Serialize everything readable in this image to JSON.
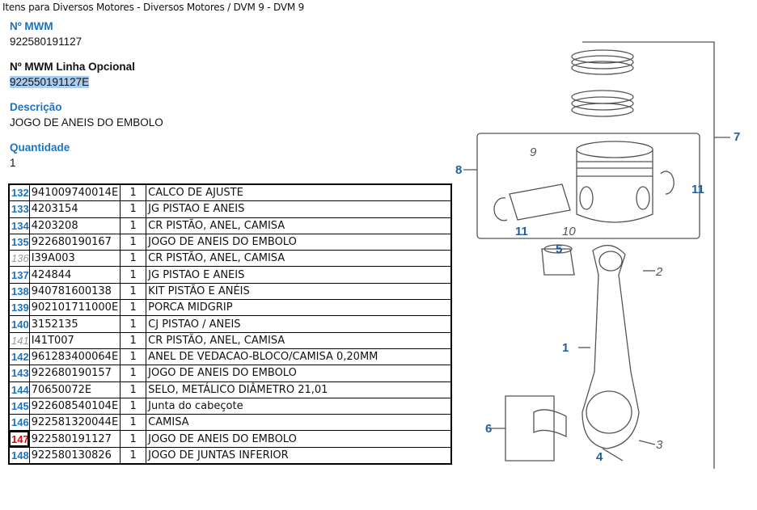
{
  "breadcrumb": "Itens para Diversos Motores - Diversos Motores  /  DVM 9 - DVM 9",
  "fields": {
    "mwm_label": "Nº MWM",
    "mwm_value": "922580191127",
    "opt_label": "Nº MWM Linha Opcional",
    "opt_value": "922550191127E",
    "desc_label": "Descrição",
    "desc_value": "JOGO DE ANEIS DO EMBOLO",
    "qty_label": "Quantidade",
    "qty_value": "1"
  },
  "rows": [
    {
      "n": "132",
      "code": "941009740014E",
      "qty": "1",
      "desc": "CALCO DE AJUSTE"
    },
    {
      "n": "133",
      "code": "4203154",
      "qty": "1",
      "desc": "JG PISTAO E ANEIS"
    },
    {
      "n": "134",
      "code": "4203208",
      "qty": "1",
      "desc": "CR PISTÃO, ANEL, CAMISA"
    },
    {
      "n": "135",
      "code": "922680190167",
      "qty": "1",
      "desc": "JOGO DE ANEIS DO EMBOLO"
    },
    {
      "n": "136",
      "code": "I39A003",
      "qty": "1",
      "desc": "CR PISTÃO, ANEL, CAMISA"
    },
    {
      "n": "137",
      "code": "424844",
      "qty": "1",
      "desc": "JG PISTAO E ANEIS"
    },
    {
      "n": "138",
      "code": "940781600138",
      "qty": "1",
      "desc": "KIT PISTÃO E ANÉIS"
    },
    {
      "n": "139",
      "code": "902101711000E",
      "qty": "1",
      "desc": "PORCA MIDGRIP"
    },
    {
      "n": "140",
      "code": "3152135",
      "qty": "1",
      "desc": "CJ PISTAO / ANEIS"
    },
    {
      "n": "141",
      "code": "I41T007",
      "qty": "1",
      "desc": "CR PISTÃO, ANEL, CAMISA"
    },
    {
      "n": "142",
      "code": "961283400064E",
      "qty": "1",
      "desc": "ANEL DE VEDACAO-BLOCO/CAMISA 0,20MM"
    },
    {
      "n": "143",
      "code": "922680190157",
      "qty": "1",
      "desc": "JOGO DE ANEIS DO EMBOLO"
    },
    {
      "n": "144",
      "code": "70650072E",
      "qty": "1",
      "desc": "SELO, METÁLICO DIÂMETRO 21,01"
    },
    {
      "n": "145",
      "code": "922608540104E",
      "qty": "1",
      "desc": "Junta do cabeçote"
    },
    {
      "n": "146",
      "code": "922581320044E",
      "qty": "1",
      "desc": "CAMISA"
    },
    {
      "n": "147",
      "code": "922580191127",
      "qty": "1",
      "desc": "JOGO DE ANEIS DO EMBOLO"
    },
    {
      "n": "148",
      "code": "922580130826",
      "qty": "1",
      "desc": "JOGO DE JUNTAS INFERIOR"
    }
  ],
  "diagram_labels": {
    "l1": "1",
    "l2": "2",
    "l3": "3",
    "l4": "4",
    "l5": "5",
    "l6": "6",
    "l7": "7",
    "l8": "8",
    "l9": "9",
    "l10": "10",
    "l11a": "11",
    "l11b": "11"
  }
}
